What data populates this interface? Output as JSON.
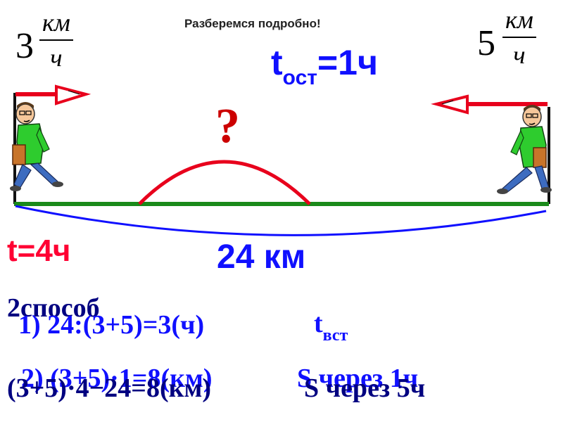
{
  "title": "Разберемся подробно!",
  "left_speed": {
    "integer": "3",
    "numerator": "км",
    "denominator": "ч"
  },
  "right_speed": {
    "integer": "5",
    "numerator": "км",
    "denominator": "ч"
  },
  "t_rest": {
    "main": "t",
    "sub": "ост",
    "value": "=1ч"
  },
  "question_mark": "?",
  "time_label": "t=4ч",
  "distance_label": "24 км",
  "solution": {
    "method": "2способ",
    "step1": "1) 24:(3+5)=3(ч)",
    "t_meet_main": "t",
    "t_meet_sub": "вст",
    "step2": "2) (3+5)·1=8(км)",
    "step2_note": "S через 1ч",
    "step3": "(3+5)·4−24=8(км)",
    "step3_note": "S через 5ч"
  },
  "colors": {
    "road": "#1a8a1a",
    "arc": "#e8001c",
    "brace": "#1010ff",
    "arrow": "#e8001c",
    "text_blue": "#1010ff",
    "text_red": "#ff0033"
  },
  "icons": [
    "walking-man-icon-left",
    "walking-man-icon-right",
    "arrow-right-icon",
    "arrow-left-icon"
  ]
}
